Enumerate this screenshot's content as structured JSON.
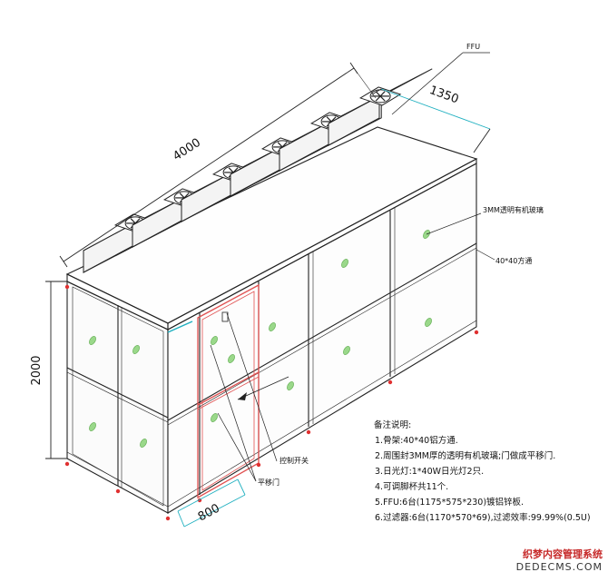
{
  "dimensions": {
    "length": "4000",
    "width": "1350",
    "height": "2000",
    "door_width": "800"
  },
  "labels": {
    "ffu": "FFU",
    "glass": "3MM透明有机玻璃",
    "profile": "40*40方通",
    "control_switch": "控制开关",
    "sliding_door": "平移门"
  },
  "notes": {
    "title": "备注说明:",
    "items": [
      "1.骨架:40*40铝方通.",
      "2.周围封3MM厚的透明有机玻璃;门做成平移门.",
      "3.日光灯:1*40W日光灯2只.",
      "4.可调脚杯共11个.",
      "5.FFU:6台(1175*575*230)镀铝锌板.",
      "6.过滤器:6台(1170*570*69),过滤效率:99.99%(0.5U)"
    ]
  },
  "watermark": {
    "main": "织梦内容管理系统",
    "sub": "DEDECMS.COM"
  },
  "colors": {
    "line": "#222222",
    "door": "#e05050",
    "dimension": "#20b0c0",
    "foot": "#e03030",
    "glass_mark": "#7cc870"
  }
}
